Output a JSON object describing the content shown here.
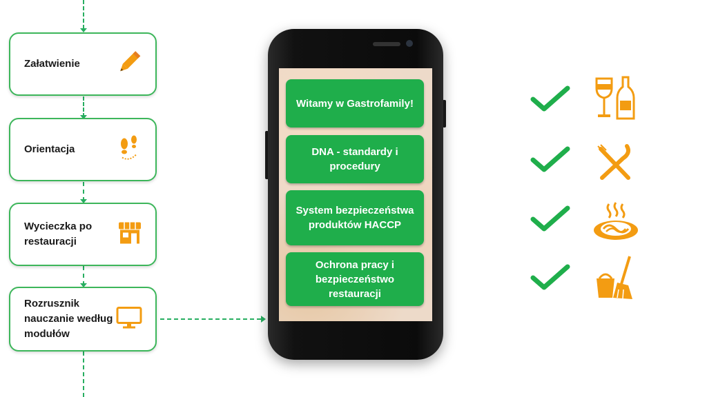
{
  "steps": [
    {
      "label": "Załatwienie",
      "icon": "pencil-icon"
    },
    {
      "label": "Orientacja",
      "icon": "footprints-icon"
    },
    {
      "label": "Wycieczka po restauracji",
      "icon": "storefront-icon"
    },
    {
      "label": "Rozrusznik nauczanie według modułów",
      "icon": "monitor-icon"
    }
  ],
  "phone_menu": [
    "Witamy w Gastrofamily!",
    "DNA - standardy i procedury",
    "System bezpieczeństwa produktów HACCP",
    "Ochrona pracy i bezpieczeństwo restauracji"
  ],
  "checklist": [
    {
      "icon": "wine-glass-bottle-icon"
    },
    {
      "icon": "fork-knife-icon"
    },
    {
      "icon": "pasta-plate-icon"
    },
    {
      "icon": "bucket-broom-icon"
    }
  ],
  "colors": {
    "accent": "#1fae4b",
    "icon": "#f39c12",
    "border": "#3cb65a"
  }
}
